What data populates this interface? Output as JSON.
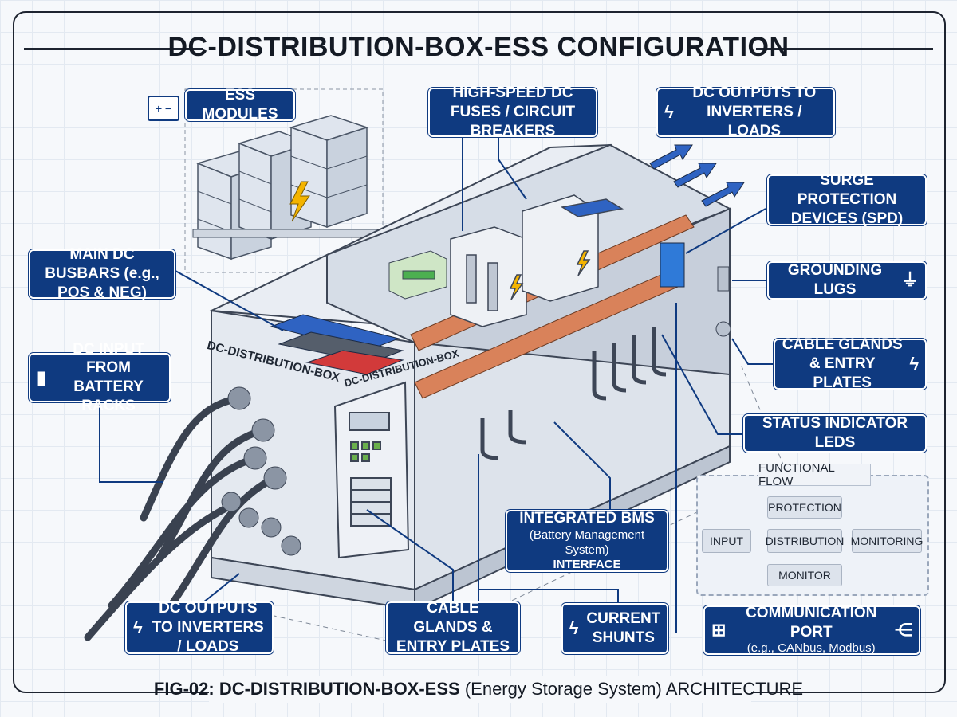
{
  "title": "DC-DISTRIBUTION-BOX-ESS CONFIGURATION",
  "caption": {
    "bold": "FIG-02: DC-DISTRIBUTION-BOX-ESS",
    "rest": " (Energy Storage System) ARCHITECTURE"
  },
  "labels": {
    "ess_modules": "ESS MODULES",
    "fuses": "HIGH-SPEED DC FUSES / CIRCUIT BREAKERS",
    "dc_outputs_top": "DC OUTPUTS TO INVERTERS / LOADS",
    "spd": "SURGE PROTECTION DEVICES (SPD)",
    "busbars": "MAIN DC BUSBARS (e.g., POS & NEG)",
    "grounding": "GROUNDING LUGS",
    "dc_input": "DC INPUT FROM BATTERY RACKS",
    "cable_glands_right": "CABLE GLANDS & ENTRY PLATES",
    "status_leds": "STATUS INDICATOR LEDS",
    "bms_line1": "INTEGRATED BMS",
    "bms_line2": "(Battery Management System)",
    "bms_line3": "INTERFACE",
    "dc_outputs_bottom": "DC OUTPUTS TO INVERTERS / LOADS",
    "cable_glands_bottom": "CABLE GLANDS & ENTRY PLATES",
    "current_shunts": "CURRENT SHUNTS",
    "comm_line1": "COMMUNICATION PORT",
    "comm_line2": "(e.g., CANbus, Modbus)"
  },
  "box_labels": {
    "side": "DC-DISTRIBUTION-BOX",
    "front": "DC-DISTRIBUTION-BOX"
  },
  "flow": {
    "title": "FUNCTIONAL FLOW",
    "input": "INPUT",
    "protection": "PROTECTION",
    "distribution": "DISTRIBUTION",
    "monitoring": "MONITORING",
    "monitor": "MONITOR"
  },
  "icons": {
    "battery": "battery-icon",
    "bolt": "lightning-icon",
    "ground": "ground-icon",
    "network": "network-icon",
    "share": "share-icon"
  },
  "colors": {
    "label_bg": "#0f3a80",
    "busbar_copper": "#d9825a",
    "busbar_blue": "#2f63c2",
    "busbar_red": "#d23a3a",
    "enclosure": "#e4e9f0"
  }
}
